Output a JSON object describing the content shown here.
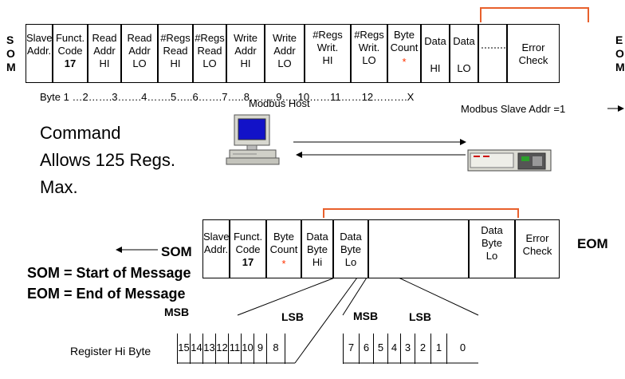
{
  "top": {
    "som": [
      "S",
      "O",
      "M"
    ],
    "eom": [
      "E",
      "O",
      "M"
    ],
    "cells": [
      {
        "lines": [
          "Slave",
          "Addr."
        ]
      },
      {
        "lines": [
          "Funct.",
          "Code",
          "17"
        ]
      },
      {
        "lines": [
          "Read",
          "Addr",
          "HI"
        ]
      },
      {
        "lines": [
          "Read",
          "Addr",
          "LO"
        ]
      },
      {
        "lines": [
          "#Regs",
          "Read",
          "HI"
        ]
      },
      {
        "lines": [
          "#Regs",
          "Read",
          "LO"
        ]
      },
      {
        "lines": [
          "Write",
          "Addr",
          "HI"
        ]
      },
      {
        "lines": [
          "Write",
          "Addr",
          "LO"
        ]
      },
      {
        "lines": [
          "#Regs",
          "Writ.",
          "HI"
        ]
      },
      {
        "lines": [
          "#Regs",
          "Writ.",
          "LO"
        ]
      },
      {
        "lines": [
          "Byte",
          "Count",
          "*"
        ]
      },
      {
        "lines": [
          "Data",
          "HI"
        ]
      },
      {
        "lines": [
          "Data",
          "LO"
        ]
      },
      {
        "lines": [
          ""
        ]
      },
      {
        "lines": [
          "Error",
          "Check"
        ]
      }
    ],
    "byte_ruler": "Byte 1 …2…….3…….4…….5…..6…….7…..8……..9…..10……11……12……….X",
    "slave_addr_label": "Modbus Slave Addr =1"
  },
  "host_label": "Modbus Host",
  "command_text": [
    "Command",
    "Allows 125 Regs.",
    "Max."
  ],
  "bottom": {
    "som_label": "SOM",
    "eom_label": "EOM",
    "cells": [
      {
        "lines": [
          "Slave",
          "Addr."
        ]
      },
      {
        "lines": [
          "Funct.",
          "Code",
          "17"
        ]
      },
      {
        "lines": [
          "Byte",
          "Count",
          "*"
        ]
      },
      {
        "lines": [
          "Data",
          "Byte",
          "Hi"
        ]
      },
      {
        "lines": [
          "Data",
          "Byte",
          "Lo"
        ]
      },
      {
        "lines": [
          ""
        ]
      },
      {
        "lines": [
          "Data",
          "Byte",
          "Lo"
        ]
      },
      {
        "lines": [
          "Error",
          "Check"
        ]
      }
    ]
  },
  "legend": {
    "som": "SOM = Start of Message",
    "eom": "EOM = End of Message"
  },
  "bits": {
    "msb_left": "MSB",
    "lsb_left": "LSB",
    "msb_right": "MSB",
    "lsb_right": "LSB",
    "register_label": "Register Hi Byte",
    "hi": [
      "15",
      "14",
      "13",
      "12",
      "11",
      "10",
      "9",
      "8"
    ],
    "lo": [
      "7",
      "6",
      "5",
      "4",
      "3",
      "2",
      "1",
      "0"
    ]
  },
  "colors": {
    "bracket": "#e8602c",
    "star": "#ff3300"
  }
}
